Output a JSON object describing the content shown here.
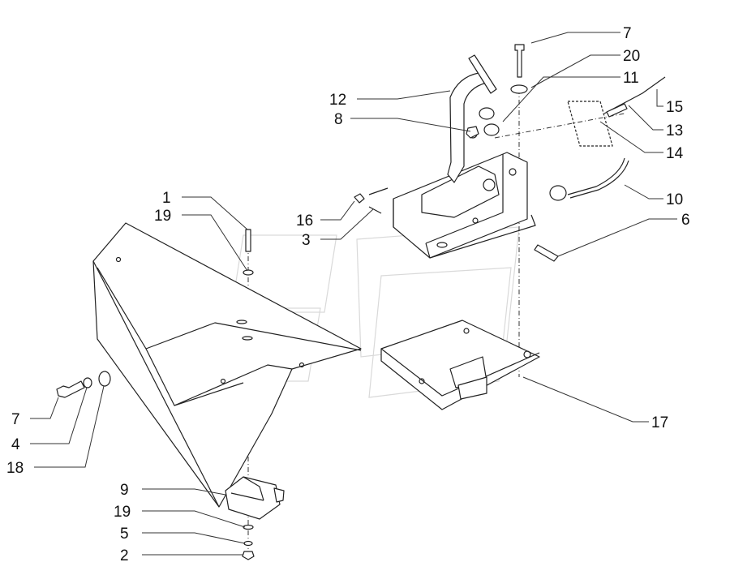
{
  "diagram": {
    "callouts": {
      "c7_top": "7",
      "c20": "20",
      "c11": "11",
      "c15": "15",
      "c13": "13",
      "c14": "14",
      "c12": "12",
      "c8": "8",
      "c10": "10",
      "c6": "6",
      "c1": "1",
      "c19_top": "19",
      "c16": "16",
      "c3": "3",
      "c7_left": "7",
      "c4": "4",
      "c18": "18",
      "c17": "17",
      "c9": "9",
      "c19_bottom": "19",
      "c5": "5",
      "c2": "2"
    }
  }
}
